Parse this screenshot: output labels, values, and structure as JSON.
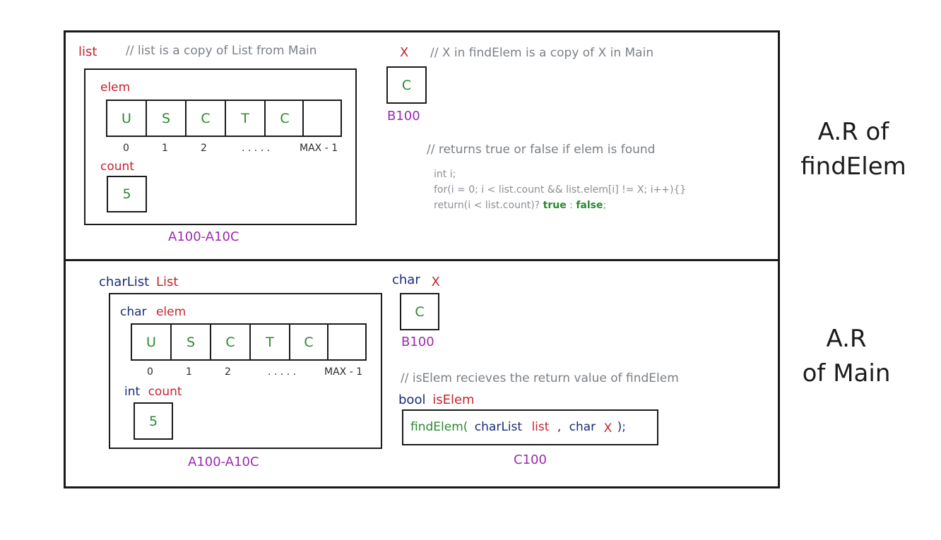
{
  "colors": {
    "value": "#2a8a2e",
    "identifier": "#c4262e",
    "type": "#1a2a7a",
    "address": "#9a2ab0",
    "comment": "#7a7f85"
  },
  "find_elem": {
    "section_label_1": "A.R of",
    "section_label_2": "findElem",
    "list": {
      "name": "list",
      "comment": "// list is a copy of List from Main",
      "elem_name": "elem",
      "cells": [
        "U",
        "S",
        "C",
        "T",
        "C",
        ""
      ],
      "indices": [
        "0",
        "1",
        "2",
        ". . . . .",
        "MAX - 1"
      ],
      "count_name": "count",
      "count_value": "5",
      "address": "A100-A10C"
    },
    "x": {
      "name": "X",
      "comment": "// X in findElem is a copy of X in Main",
      "value": "C",
      "address": "B100"
    },
    "code": {
      "comment": "// returns true or false if elem is found",
      "line1": "int i;",
      "line2": "for(i = 0; i < list.count && list.elem[i] != X; i++){}",
      "line3_prefix": "return(i < list.count)? ",
      "line3_true": "true",
      "line3_sep": " : ",
      "line3_false": "false",
      "line3_end": ";"
    }
  },
  "main": {
    "section_label_1": "A.R",
    "section_label_2": "of Main",
    "char_list": {
      "type": "charList",
      "name": "List",
      "elem_type": "char",
      "elem_name": "elem",
      "cells": [
        "U",
        "S",
        "C",
        "T",
        "C",
        ""
      ],
      "indices": [
        "0",
        "1",
        "2",
        ". . . . .",
        "MAX - 1"
      ],
      "count_type": "int",
      "count_name": "count",
      "count_value": "5",
      "address": "A100-A10C"
    },
    "x": {
      "type": "char",
      "name": "X",
      "value": "C",
      "address": "B100"
    },
    "is_elem": {
      "comment": "// isElem recieves the return value of findElem",
      "type": "bool",
      "name": "isElem",
      "call_fn": "findElem(",
      "call_arg1_type": "charList",
      "call_arg1_name": "list",
      "call_comma": ",",
      "call_arg2_type": "char",
      "call_arg2_name": "X",
      "call_end": ");",
      "address": "C100"
    }
  }
}
